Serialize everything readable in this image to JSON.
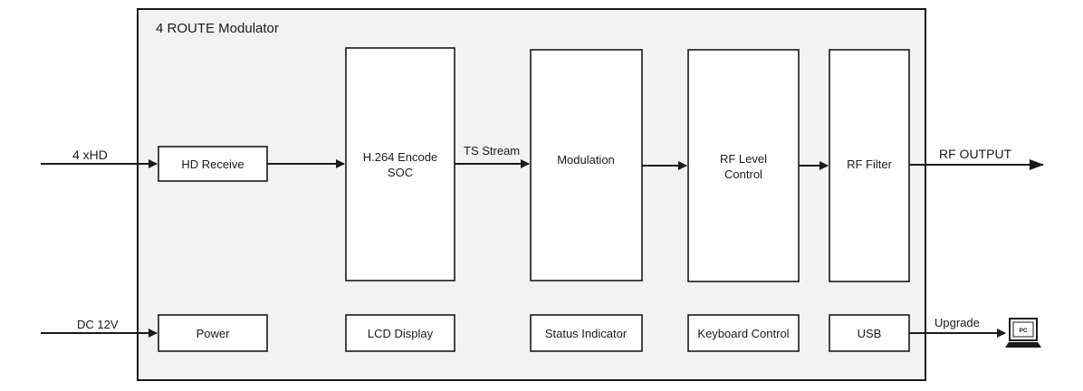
{
  "title": "4 ROUTE Modulator",
  "inputs": {
    "hd": "4 xHD",
    "dc": "DC 12V"
  },
  "blocks": {
    "hd_receive": "HD Receive",
    "encode_line1": "H.264 Encode",
    "encode_line2": "SOC",
    "modulation": "Modulation",
    "rf_level_line1": "RF Level",
    "rf_level_line2": "Control",
    "rf_filter": "RF Filter",
    "power": "Power",
    "lcd": "LCD Display",
    "status": "Status Indicator",
    "keyboard": "Keyboard Control",
    "usb": "USB"
  },
  "signals": {
    "ts_stream": "TS Stream",
    "rf_output": "RF OUTPUT",
    "upgrade": "Upgrade"
  },
  "pc_label": "PC",
  "colors": {
    "line": "#1a1a1a",
    "panel": "#f2f2f2",
    "box": "#ffffff"
  }
}
